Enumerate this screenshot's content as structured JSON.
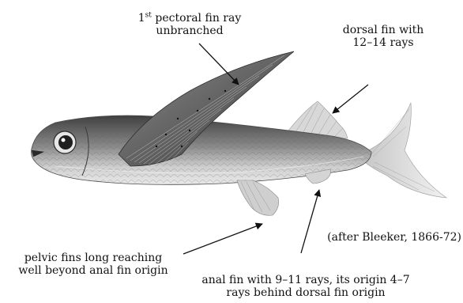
{
  "figure": {
    "labels": {
      "pectoral_line1_sup_prefix": "1",
      "pectoral_line1_sup": "st",
      "pectoral_line1_rest": " pectoral fin ray",
      "pectoral_line2": "unbranched",
      "dorsal_line1": "dorsal fin with",
      "dorsal_line2": "12–14 rays",
      "credit": "(after Bleeker, 1866-72)",
      "pelvic_line1": "pelvic fins long reaching",
      "pelvic_line2": "well beyond anal fin origin",
      "anal_line1": "anal fin with 9–11 rays, its origin 4–7",
      "anal_line2": "rays behind dorsal fin origin"
    }
  }
}
